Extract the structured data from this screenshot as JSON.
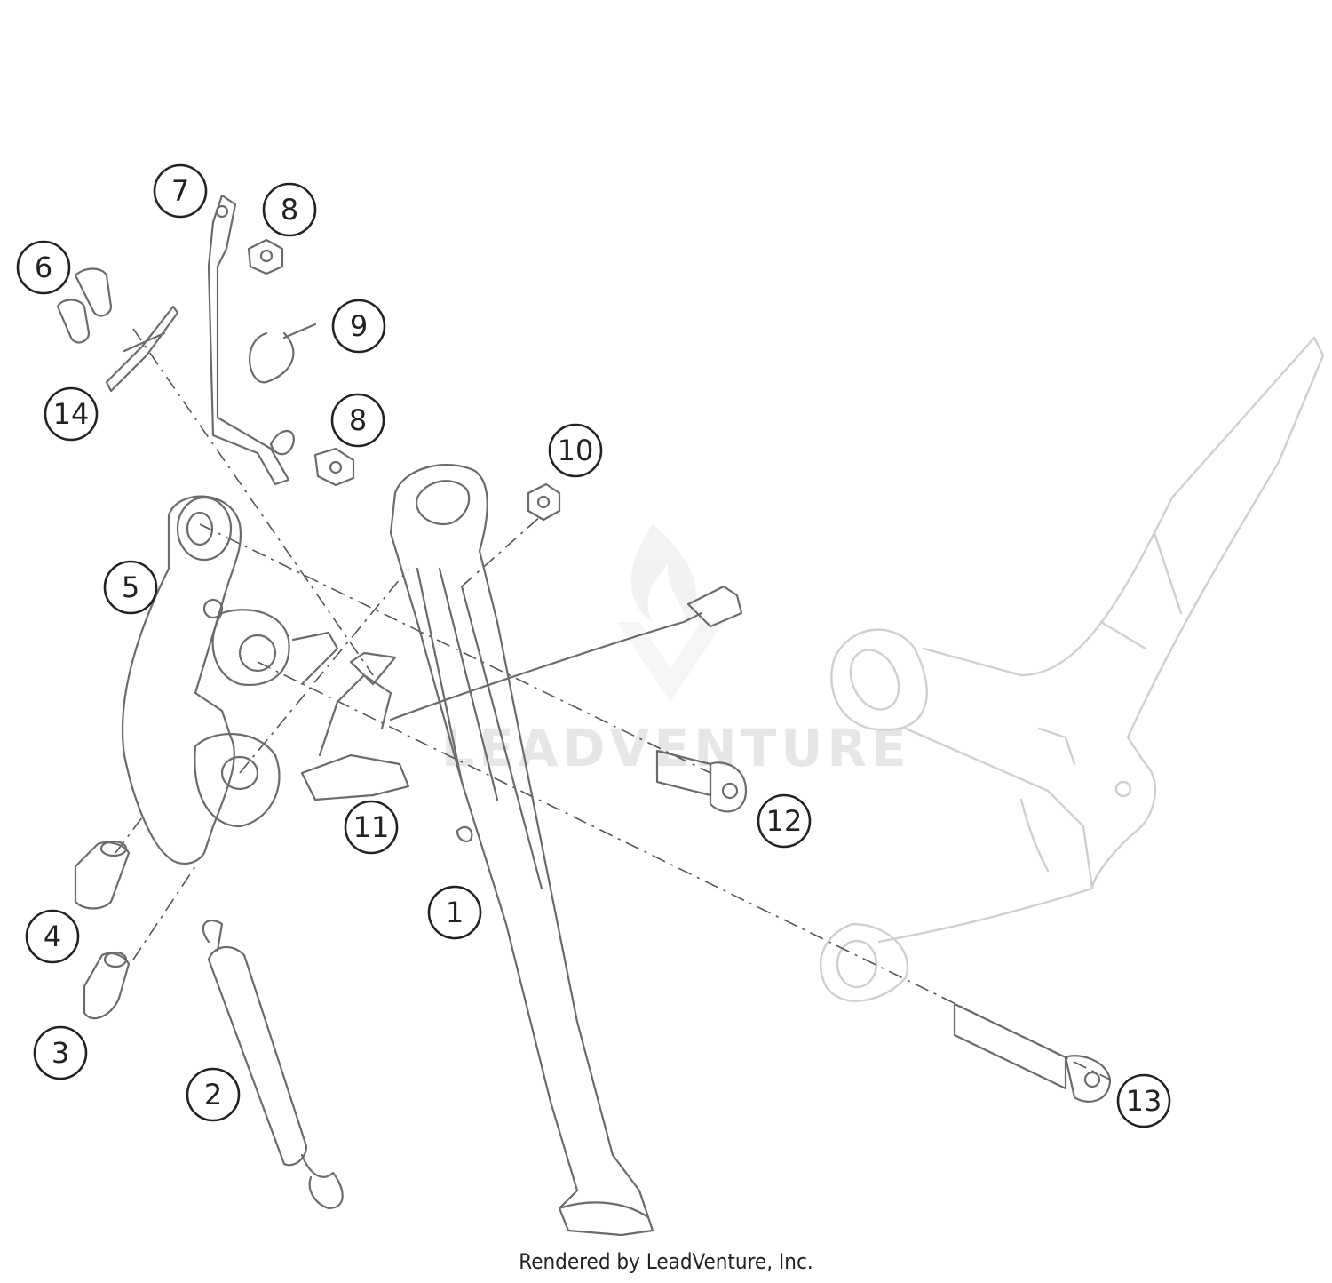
{
  "diagram": {
    "callouts": [
      {
        "id": "callout-1",
        "label": "1"
      },
      {
        "id": "callout-2",
        "label": "2"
      },
      {
        "id": "callout-3",
        "label": "3"
      },
      {
        "id": "callout-4",
        "label": "4"
      },
      {
        "id": "callout-5",
        "label": "5"
      },
      {
        "id": "callout-6",
        "label": "6"
      },
      {
        "id": "callout-7",
        "label": "7"
      },
      {
        "id": "callout-8a",
        "label": "8"
      },
      {
        "id": "callout-8b",
        "label": "8"
      },
      {
        "id": "callout-9",
        "label": "9"
      },
      {
        "id": "callout-10",
        "label": "10"
      },
      {
        "id": "callout-11",
        "label": "11"
      },
      {
        "id": "callout-12",
        "label": "12"
      },
      {
        "id": "callout-13",
        "label": "13"
      },
      {
        "id": "callout-14",
        "label": "14"
      }
    ],
    "watermark": "LEADVENTURE",
    "footer": "Rendered by LeadVenture, Inc."
  }
}
